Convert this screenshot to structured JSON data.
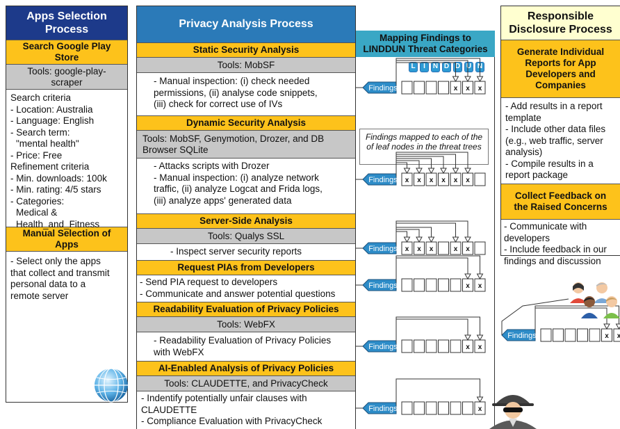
{
  "apps": {
    "header": "Apps Selection Process",
    "search_title": "Search Google Play Store",
    "tools": "Tools: google-play-scraper",
    "criteria": [
      "Search criteria",
      "- Location: Australia",
      "- Language: English",
      "- Search term:",
      "  \"mental health\"",
      "- Price: Free",
      "Refinement criteria",
      "- Min. downloads: 100k",
      "- Min. rating: 4/5 stars",
      "- Categories:",
      "  Medical &",
      "  Health_and_Fitness"
    ],
    "manual_title": "Manual Selection of Apps",
    "manual_text": [
      "- Select only the apps",
      "that collect and transmit",
      "personal data to a",
      "remote server"
    ]
  },
  "privacy": {
    "header": "Privacy Analysis Process",
    "sections": [
      {
        "title": "Static Security Analysis",
        "tools": "Tools: MobSF",
        "text": [
          "- Manual inspection: (i) check needed",
          "permissions, (ii) analyse code snippets,",
          "(iii) check for correct use of IVs"
        ]
      },
      {
        "title": "Dynamic Security Analysis",
        "tools": "Tools: MobSF, Genymotion, Drozer, and DB Browser SQLite",
        "text": [
          "- Attacks scripts with Drozer",
          "- Manual inspection: (i) analyze network",
          "traffic, (ii) analyze Logcat  and Frida logs,",
          "(iii) analyze apps' generated data"
        ]
      },
      {
        "title": "Server-Side Analysis",
        "tools": "Tools: Qualys SSL",
        "text": [
          "- Inspect server security reports"
        ]
      },
      {
        "title": "Request PIAs from Developers",
        "tools": "",
        "text": [
          "- Send PIA request to developers",
          "- Communicate and answer potential questions"
        ]
      },
      {
        "title": "Readability Evaluation of Privacy Policies",
        "tools": "Tools: WebFX",
        "text": [
          "- Readability Evaluation of Privacy Policies",
          "with WebFX"
        ]
      },
      {
        "title": "AI-Enabled Analysis of Privacy Policies",
        "tools": "Tools: CLAUDETTE, and PrivacyCheck",
        "text": [
          "- Indentify potentially unfair clauses with",
          "CLAUDETTE",
          "- Compliance Evaluation with PrivacyCheck"
        ]
      }
    ]
  },
  "mapping": {
    "header": "Mapping Findings to LINDDUN Threat Categories",
    "letters": [
      "L",
      "I",
      "N",
      "D",
      "D",
      "U",
      "N"
    ],
    "findings_label": "Findings",
    "box_mark": "x",
    "note": "Findings mapped to each of the of leaf nodes in the threat trees",
    "rows": [
      {
        "x": [
          false,
          false,
          false,
          false,
          true,
          true,
          true
        ]
      },
      {
        "x": [
          true,
          true,
          true,
          true,
          true,
          true,
          false
        ]
      },
      {
        "x": [
          true,
          true,
          true,
          false,
          true,
          true,
          false
        ]
      },
      {
        "x": [
          false,
          false,
          false,
          false,
          false,
          true,
          true
        ]
      },
      {
        "x": [
          false,
          false,
          false,
          false,
          false,
          true,
          true
        ]
      },
      {
        "x": [
          false,
          false,
          false,
          false,
          false,
          false,
          true
        ]
      }
    ]
  },
  "disclosure": {
    "header": "Responsible Disclosure Process",
    "generate_title": "Generate Individual Reports for App Developers and Companies",
    "generate_text": [
      "- Add results in a report",
      "template",
      "- Include other data files",
      "(e.g., web traffic, server",
      "analysis)",
      "- Compile results in a",
      "report package"
    ],
    "feedback_title": "Collect Feedback on the Raised Concerns",
    "feedback_text": [
      "- Communicate with",
      "developers",
      "- Include feedback in our",
      "findings and discussion"
    ],
    "findings_label": "Findings",
    "x": [
      false,
      false,
      false,
      false,
      false,
      true,
      true
    ]
  },
  "colors": {
    "navy": "#1d3a8a",
    "blue": "#2b7ab8",
    "mapping_bg": "#3aa7c5",
    "yellow": "#fdc21b",
    "gray": "#c7c7c7",
    "cream": "#ffffd0",
    "findings": "#2d8cc8"
  }
}
